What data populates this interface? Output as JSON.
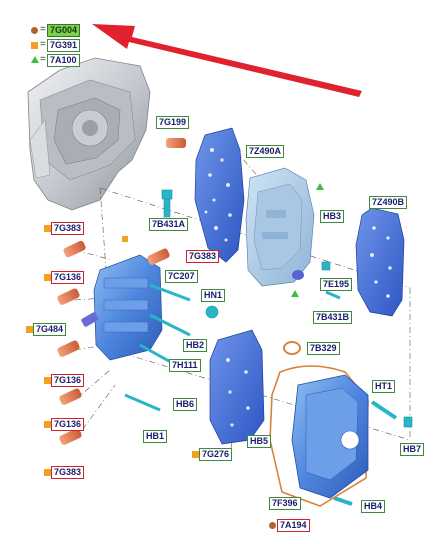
{
  "legend": [
    {
      "marker": "circle",
      "code": "7G004"
    },
    {
      "marker": "square",
      "code": "7G391"
    },
    {
      "marker": "triangle",
      "code": "7A100"
    }
  ],
  "legend_equals": "=",
  "labels": {
    "l7G199": "7G199",
    "l7Z490A": "7Z490A",
    "l7B431A": "7B431A",
    "l7Z490B": "7Z490B",
    "lHB3": "HB3",
    "l7G383top": "7G383",
    "l7G136top": "7G136",
    "l7G484": "7G484",
    "l7G136mid": "7G136",
    "l7G136low": "7G136",
    "l7G383bot": "7G383",
    "l7G383c": "7G383",
    "l7C207": "7C207",
    "lHN1": "HN1",
    "lHB2": "HB2",
    "l7H111": "7H111",
    "lHB6": "HB6",
    "lHB1": "HB1",
    "l7E195": "7E195",
    "l7B431B": "7B431B",
    "l7B329": "7B329",
    "lHT1": "HT1",
    "lHB7": "HB7",
    "lHB5": "HB5",
    "l7G276": "7G276",
    "l7F396": "7F396",
    "lHB4": "HB4",
    "l7A194": "7A194"
  },
  "colors": {
    "arrow": "#e0222e",
    "plate": "#3a67d6",
    "body": "#4f86dd",
    "label_border": "#3a8c3a",
    "label_border_red": "#d0202a",
    "highlight": "#7fcf4f",
    "gasket": "#d9823b",
    "bolt": "#27b5c8",
    "copper": "#e07a4a"
  },
  "icons": [
    "red-arrow-icon",
    "separator-plate",
    "valve-body",
    "solenoid",
    "filter-housing",
    "gasket",
    "bolt"
  ]
}
